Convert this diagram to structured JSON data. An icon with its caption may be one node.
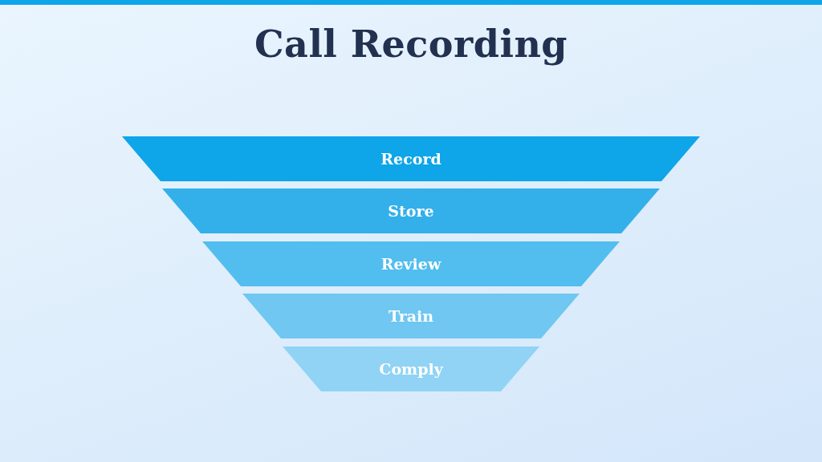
{
  "diagram": {
    "title": "Call Recording",
    "nodes": [
      {
        "text": [
          "Record"
        ]
      },
      {
        "text": [
          "Store"
        ]
      },
      {
        "text": [
          "Review"
        ]
      },
      {
        "text": [
          "Train"
        ]
      },
      {
        "text": [
          "Comply"
        ]
      }
    ]
  }
}
